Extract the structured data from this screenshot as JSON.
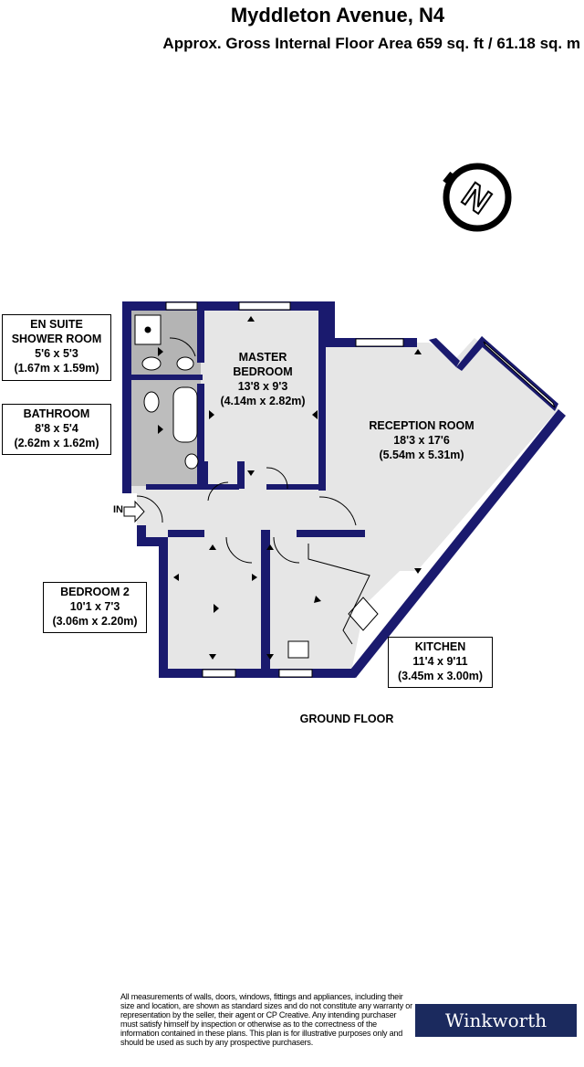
{
  "header": {
    "title": "Myddleton Avenue, N4",
    "subtitle": "Approx. Gross Internal Floor Area 659 sq. ft / 61.18 sq. m"
  },
  "compass": {
    "letter": "N"
  },
  "rooms": {
    "ensuite": {
      "name1": "EN SUITE",
      "name2": "SHOWER ROOM",
      "imperial": "5'6 x 5'3",
      "metric": "(1.67m x 1.59m)"
    },
    "bathroom": {
      "name1": "BATHROOM",
      "imperial": "8'8 x 5'4",
      "metric": "(2.62m x 1.62m)"
    },
    "master": {
      "name1": "MASTER",
      "name2": "BEDROOM",
      "imperial": "13'8 x 9'3",
      "metric": "(4.14m x 2.82m)"
    },
    "reception": {
      "name1": "RECEPTION ROOM",
      "imperial": "18'3 x 17'6",
      "metric": "(5.54m x 5.31m)"
    },
    "bedroom2": {
      "name1": "BEDROOM 2",
      "imperial": "10'1 x 7'3",
      "metric": "(3.06m x 2.20m)"
    },
    "kitchen": {
      "name1": "KITCHEN",
      "imperial": "11'4 x 9'11",
      "metric": "(3.45m x 3.00m)"
    }
  },
  "entrance_label": "IN",
  "floor_name": "GROUND FLOOR",
  "disclaimer": "All measurements of walls, doors, windows, fittings and appliances, including their size and location, are shown as standard sizes and do not constitute any warranty or representation by the seller, their agent or CP Creative. Any intending purchaser must satisfy himself by inspection or otherwise as to the correctness of the information contained in these plans. This plan is for illustrative purposes only and should be used as such by any prospective purchasers.",
  "logo_text": "Winkworth",
  "colors": {
    "wall": "#1a1a6e",
    "floor": "#e6e6e6",
    "wet_floor": "#b4b4b4",
    "logo_bg": "#1b2a5e"
  }
}
